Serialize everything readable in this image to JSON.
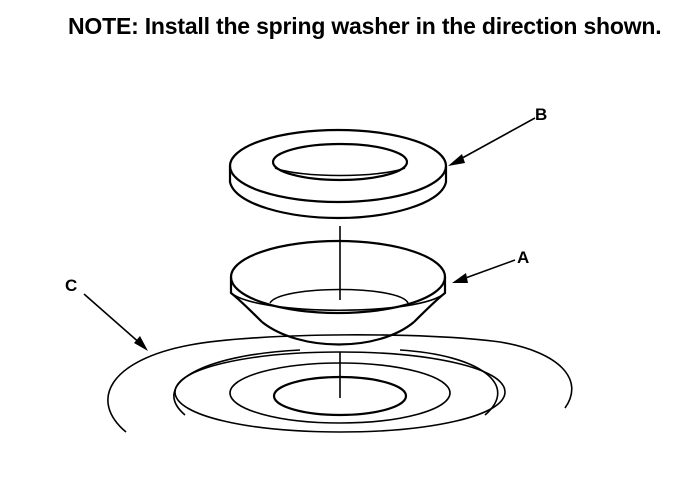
{
  "note": {
    "text": "NOTE: Install the spring washer in the direction shown."
  },
  "labels": {
    "a": "A",
    "b": "B",
    "c": "C"
  }
}
